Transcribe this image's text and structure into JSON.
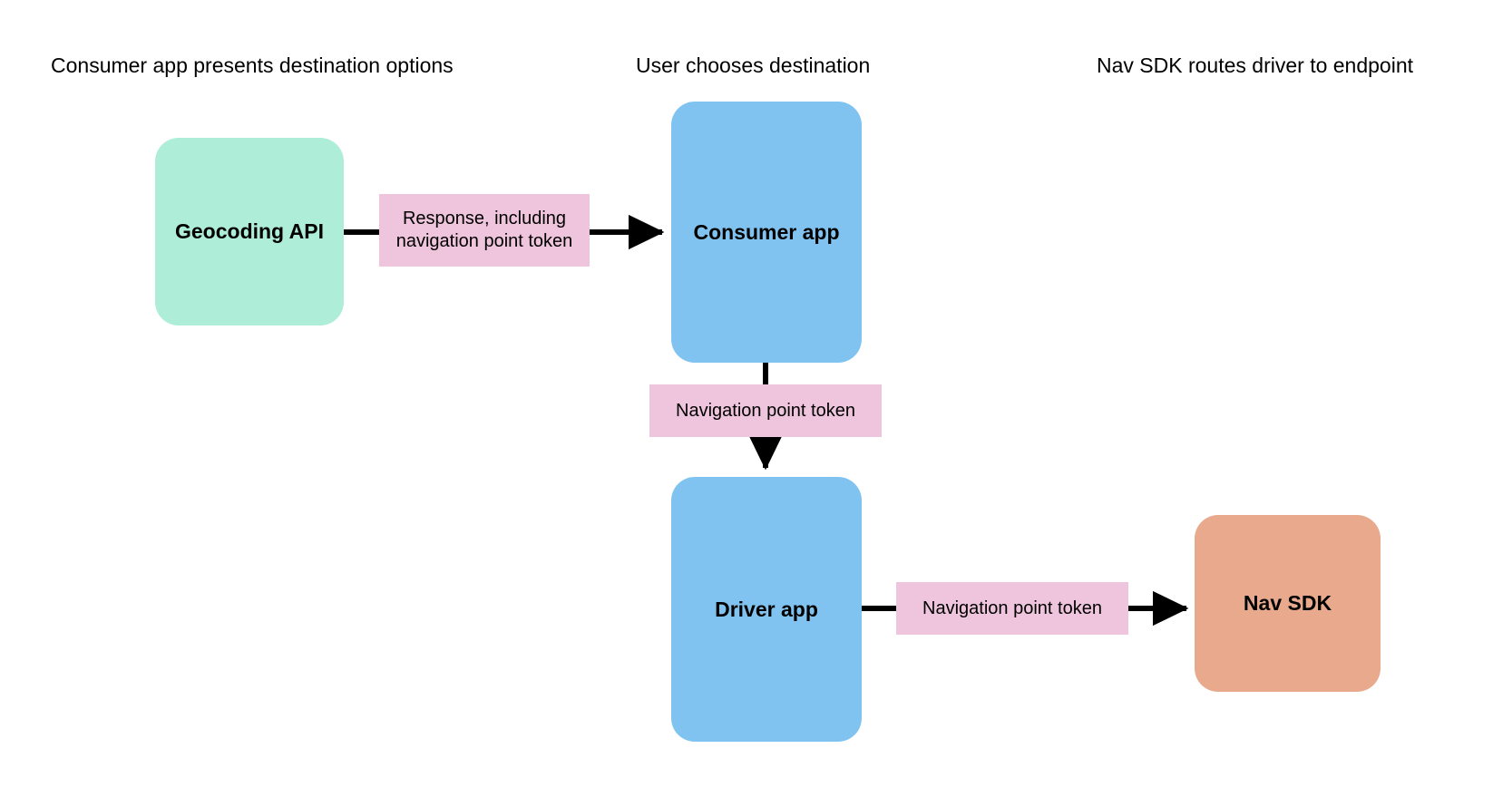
{
  "diagram": {
    "title_row": [
      {
        "id": "col-consumer",
        "label": "Consumer app presents destination options"
      },
      {
        "id": "col-user",
        "label": "User chooses destination"
      },
      {
        "id": "col-navsdk",
        "label": "Nav SDK routes driver to endpoint"
      }
    ],
    "nodes": [
      {
        "id": "geocoding-api",
        "label": "Geocoding API",
        "color": "#aeedd8",
        "shape": "rounded-rect"
      },
      {
        "id": "consumer-app",
        "label": "Consumer app",
        "color": "#81c3f0",
        "shape": "rounded-rect"
      },
      {
        "id": "driver-app",
        "label": "Driver app",
        "color": "#81c3f0",
        "shape": "rounded-rect"
      },
      {
        "id": "nav-sdk",
        "label": "Nav SDK",
        "color": "#e8a98c",
        "shape": "rounded-rect"
      }
    ],
    "edges": [
      {
        "id": "edge-geocoding-to-consumer",
        "from": "geocoding-api",
        "to": "consumer-app",
        "label": "Response, including navigation point token",
        "label_color": "#eec5dc",
        "direction": "right",
        "arrowhead": true
      },
      {
        "id": "edge-consumer-to-driver",
        "from": "consumer-app",
        "to": "driver-app",
        "label": "Navigation point token",
        "label_color": "#eec5dc",
        "direction": "down",
        "arrowhead": true
      },
      {
        "id": "edge-driver-to-navsdk",
        "from": "driver-app",
        "to": "nav-sdk",
        "label": "Navigation point token",
        "label_color": "#eec5dc",
        "direction": "right",
        "arrowhead": true
      }
    ],
    "colors": {
      "background": "#ffffff",
      "line": "#000000",
      "text": "#000000",
      "mint": "#aeedd8",
      "blue": "#81c3f0",
      "salmon": "#e8a98c",
      "pink": "#eec5dc"
    }
  }
}
